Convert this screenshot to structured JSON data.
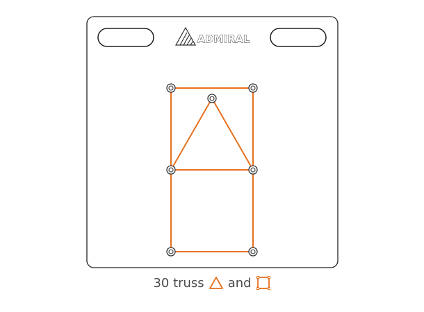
{
  "brand": {
    "name": "ADMIRAL",
    "logo_icon": "admiral-triangle-logo-icon"
  },
  "board": {
    "fill_color": "#ffffff",
    "outline_color": "#222222",
    "handle_slots": [
      "left-handle-slot",
      "right-handle-slot"
    ]
  },
  "truss": {
    "color": "#e8711f",
    "node_color": "#333333",
    "shapes": [
      "triangle",
      "square",
      "square"
    ]
  },
  "caption": {
    "text_before": "30 truss",
    "text_between": "and",
    "triangle_icon": "orange-triangle-icon",
    "square_icon": "orange-square-icon"
  }
}
